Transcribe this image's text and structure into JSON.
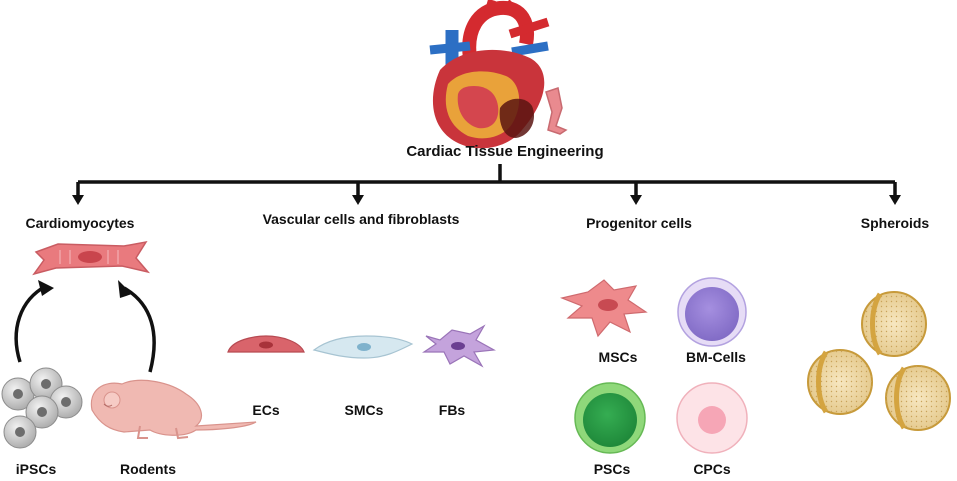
{
  "title": "Cardiac Tissue Engineering",
  "categories": {
    "cardiomyocytes": "Cardiomyocytes",
    "vascular": "Vascular cells and fibroblasts",
    "progenitor": "Progenitor cells",
    "spheroids": "Spheroids"
  },
  "sources": {
    "ipscs": "iPSCs",
    "rodents": "Rodents"
  },
  "vascular_cells": {
    "ecs": "ECs",
    "smcs": "SMCs",
    "fbs": "FBs"
  },
  "progenitor_cells": {
    "mscs": "MSCs",
    "bm_cells": "BM-Cells",
    "pscs": "PSCs",
    "cpcs": "CPCs"
  },
  "colors": {
    "line": "#111111",
    "cardiomyocyte": "#e97a7e",
    "ec": "#d9646b",
    "smc": "#d6e8f0",
    "fb": "#b28ccc",
    "msc": "#ee8a8c",
    "bm": "#9c85d6",
    "psc": "#2fa04a",
    "cpc": "#f6c3cc",
    "spheroid": "#e9c36a"
  }
}
